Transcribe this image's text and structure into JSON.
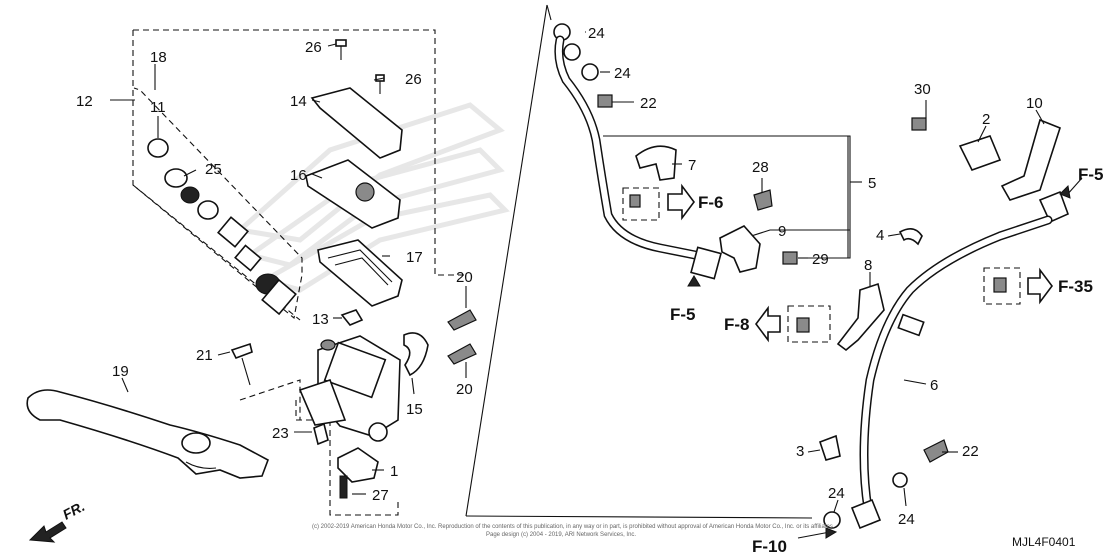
{
  "diagram": {
    "copyright_line1": "(c) 2002-2019 American Honda Motor Co., Inc. Reproduction of the contents of this publication, in any way or in part, is prohibited without approval of American Honda Motor Co., Inc. or its affiliates.",
    "copyright_line2": "Page design (c) 2004 - 2019, ARI Network Services, Inc.",
    "diagram_code": "MJL4F0401",
    "front_indicator": "FR.",
    "callouts": {
      "c1": "1",
      "c2": "2",
      "c3": "3",
      "c4": "4",
      "c5": "5",
      "c6": "6",
      "c7": "7",
      "c8": "8",
      "c9": "9",
      "c10": "10",
      "c11": "11",
      "c12": "12",
      "c13": "13",
      "c14": "14",
      "c15": "15",
      "c16": "16",
      "c17": "17",
      "c18": "18",
      "c19": "19",
      "c20a": "20",
      "c20b": "20",
      "c21": "21",
      "c22a": "22",
      "c22b": "22",
      "c23": "23",
      "c24a": "24",
      "c24b": "24",
      "c24c": "24",
      "c24d": "24",
      "c25": "25",
      "c26a": "26",
      "c26b": "26",
      "c27": "27",
      "c28": "28",
      "c29": "29",
      "c30": "30"
    },
    "section_refs": {
      "f5_left": "F-5",
      "f5_right": "F-5",
      "f6": "F-6",
      "f8": "F-8",
      "f10": "F-10",
      "f35": "F-35"
    }
  }
}
